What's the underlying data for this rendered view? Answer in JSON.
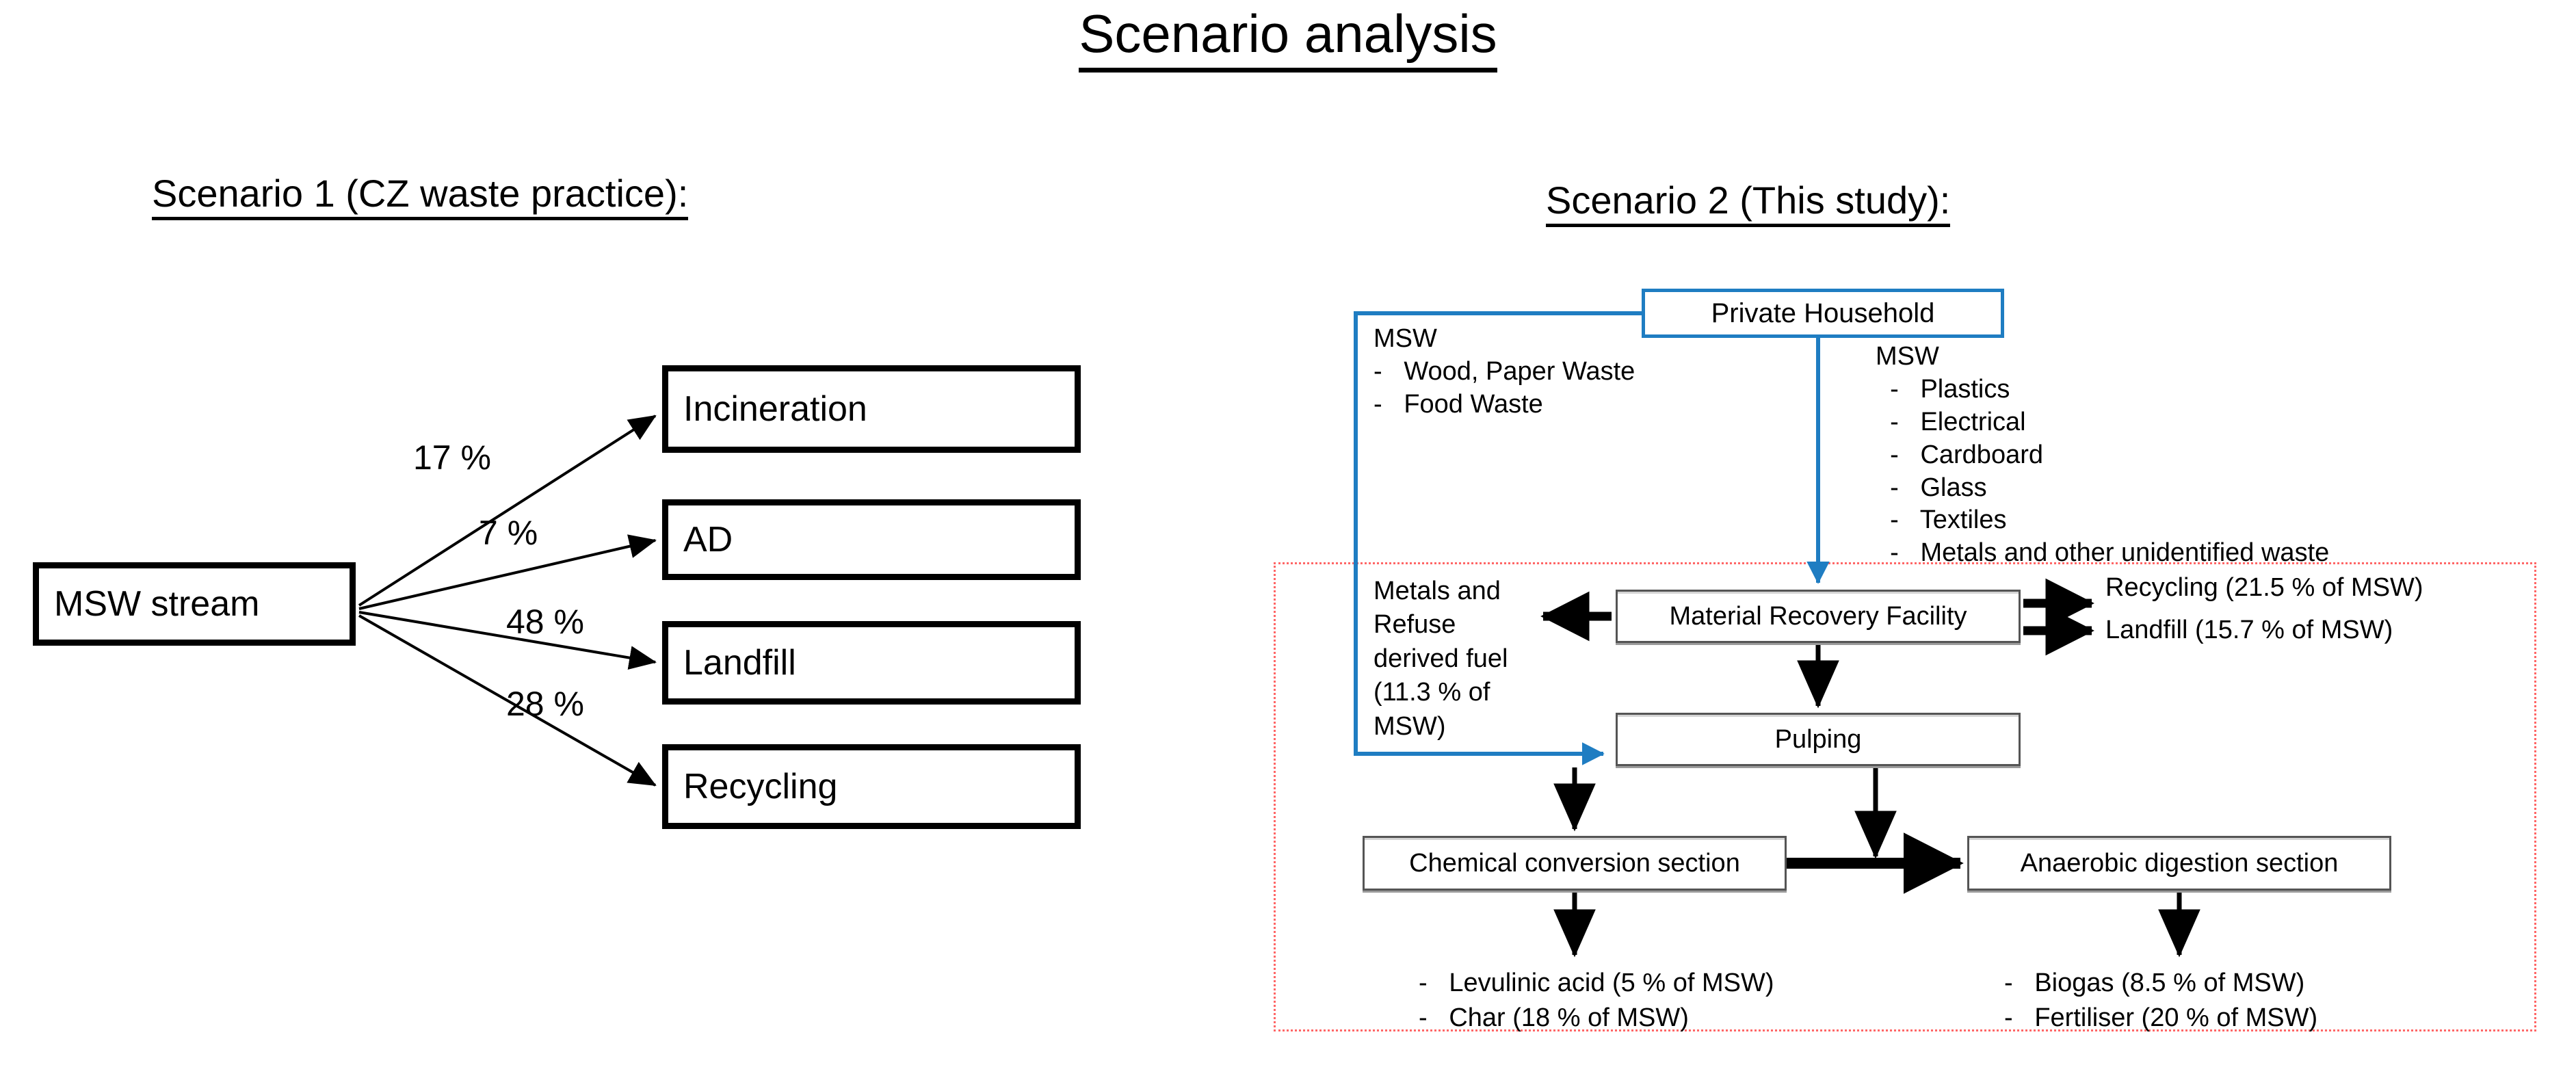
{
  "title": "Scenario analysis",
  "scenario1": {
    "title": "Scenario 1 (CZ waste practice):",
    "source_box": "MSW stream",
    "destinations": [
      {
        "label": "Incineration",
        "percent": "17 %"
      },
      {
        "label": "AD",
        "percent": "7 %"
      },
      {
        "label": "Landfill",
        "percent": "48 %"
      },
      {
        "label": "Recycling",
        "percent": "28 %"
      }
    ]
  },
  "scenario2": {
    "title": "Scenario 2 (This study):",
    "household_box": "Private Household",
    "msw_left": "MSW\n-   Wood, Paper Waste\n-   Food Waste",
    "msw_right": "MSW\n  -   Plastics\n  -   Electrical\n  -   Cardboard\n  -   Glass\n  -   Textiles\n  -   Metals and other unidentified waste",
    "mrf_box": "Material Recovery Facility",
    "pulping_box": "Pulping",
    "chemical_box": "Chemical conversion section",
    "anaerobic_box": "Anaerobic digestion section",
    "metals_rdf": "Metals and\nRefuse\nderived fuel\n(11.3 % of\nMSW)",
    "output_recycling": "Recycling (21.5 % of MSW)",
    "output_landfill": "Landfill (15.7 % of MSW)",
    "products_left": "-   Levulinic acid (5 % of MSW)\n-   Char (18 % of MSW)",
    "products_right": "-   Biogas (8.5 % of MSW)\n-   Fertiliser (20 % of MSW)",
    "colors": {
      "household_blue": "#1f7dc2",
      "boundary_red": "#ff6666",
      "box_border": "#555555"
    }
  },
  "chart_data": {
    "type": "diagram",
    "title": "Scenario analysis",
    "panels": [
      {
        "name": "Scenario 1 (CZ waste practice)",
        "type": "flow-split",
        "source": "MSW stream",
        "categories": [
          "Incineration",
          "AD",
          "Landfill",
          "Recycling"
        ],
        "values": [
          17,
          7,
          48,
          28
        ],
        "unit": "% of MSW"
      },
      {
        "name": "Scenario 2 (This study)",
        "type": "process-flow",
        "nodes": [
          "Private Household",
          "Material Recovery Facility",
          "Pulping",
          "Chemical conversion section",
          "Anaerobic digestion section"
        ],
        "outputs": [
          {
            "label": "Recycling",
            "value": 21.5,
            "unit": "% of MSW"
          },
          {
            "label": "Landfill",
            "value": 15.7,
            "unit": "% of MSW"
          },
          {
            "label": "Metals and Refuse derived fuel",
            "value": 11.3,
            "unit": "% of MSW"
          },
          {
            "label": "Levulinic acid",
            "value": 5,
            "unit": "% of MSW"
          },
          {
            "label": "Char",
            "value": 18,
            "unit": "% of MSW"
          },
          {
            "label": "Biogas",
            "value": 8.5,
            "unit": "% of MSW"
          },
          {
            "label": "Fertiliser",
            "value": 20,
            "unit": "% of MSW"
          }
        ]
      }
    ]
  }
}
